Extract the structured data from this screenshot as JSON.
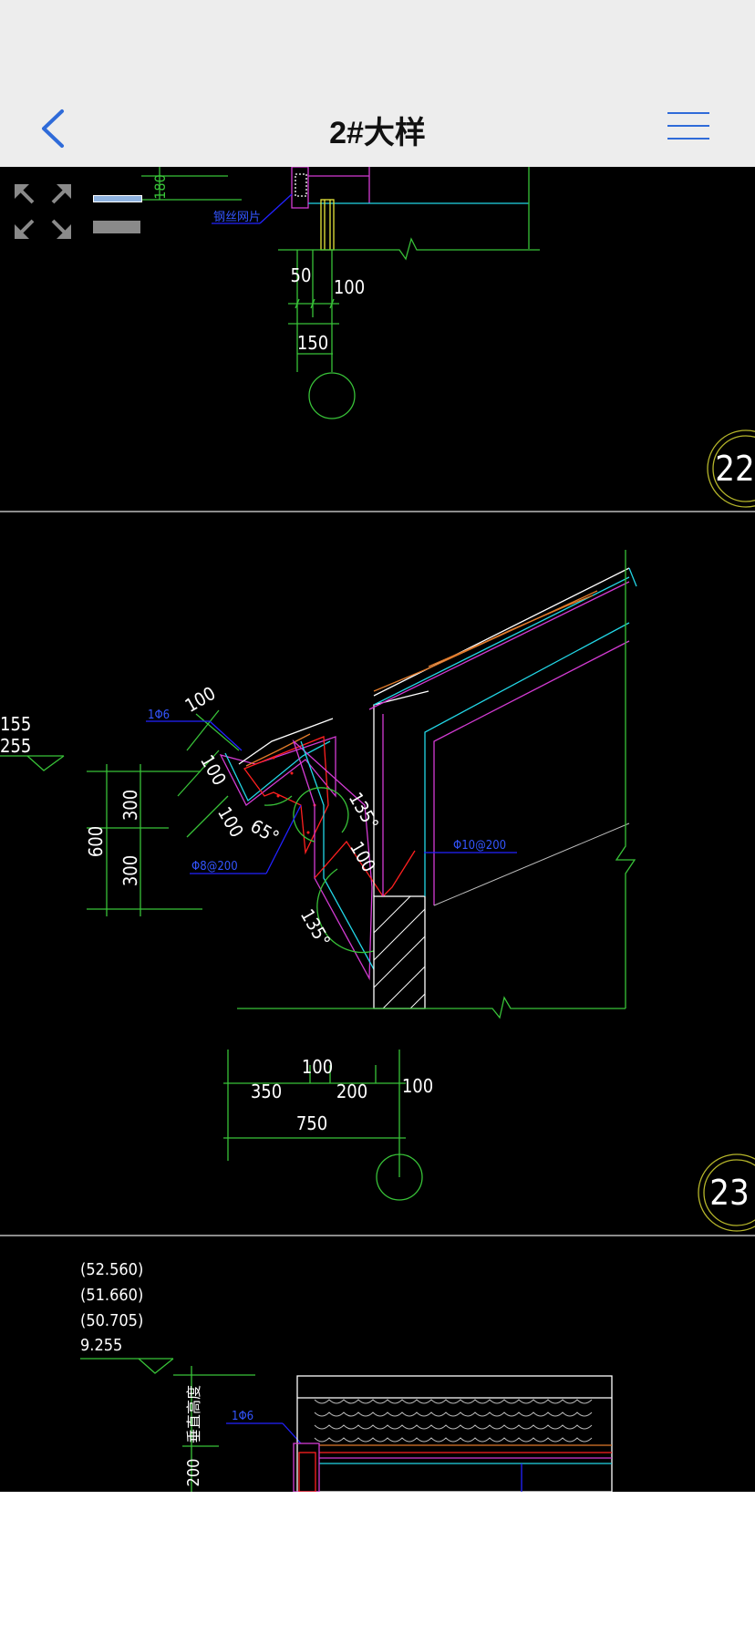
{
  "header": {
    "title": "2#大样"
  },
  "theme": {
    "accent": "#2f6bd9",
    "cad_green": "#38c238",
    "cad_blue": "#2222ff",
    "cad_red": "#ff2020",
    "cad_magenta": "#d33bd3",
    "cad_cyan": "#22d6e6",
    "cad_orange": "#e07a2a"
  },
  "detail_top": {
    "dims": [
      "180",
      "50",
      "100",
      "150"
    ],
    "callout": "钢丝网片",
    "detail_number": "22"
  },
  "detail_mid": {
    "elevations": [
      "155",
      "255"
    ],
    "dims_left": [
      "600",
      "300",
      "300"
    ],
    "dims_slab": [
      "100",
      "100",
      "100",
      "100"
    ],
    "angles": [
      "65°",
      "135°",
      "135°"
    ],
    "rebar_labels": [
      "1Φ6",
      "Φ8@200",
      "Φ10@200"
    ],
    "dims_bottom": [
      "100",
      "350",
      "200",
      "100",
      "750"
    ],
    "detail_number": "23"
  },
  "detail_bottom": {
    "elevations": [
      "(52.560)",
      "(51.660)",
      "(50.705)",
      "9.255"
    ],
    "vertical_label": "垂直高度",
    "dim": "200",
    "rebar_label": "1Φ6"
  },
  "toolbar": {
    "items": [
      "edit-icon",
      "measure-icon",
      "text-search-icon",
      "layers-icon",
      "layout-icon",
      "settings-icon"
    ]
  }
}
